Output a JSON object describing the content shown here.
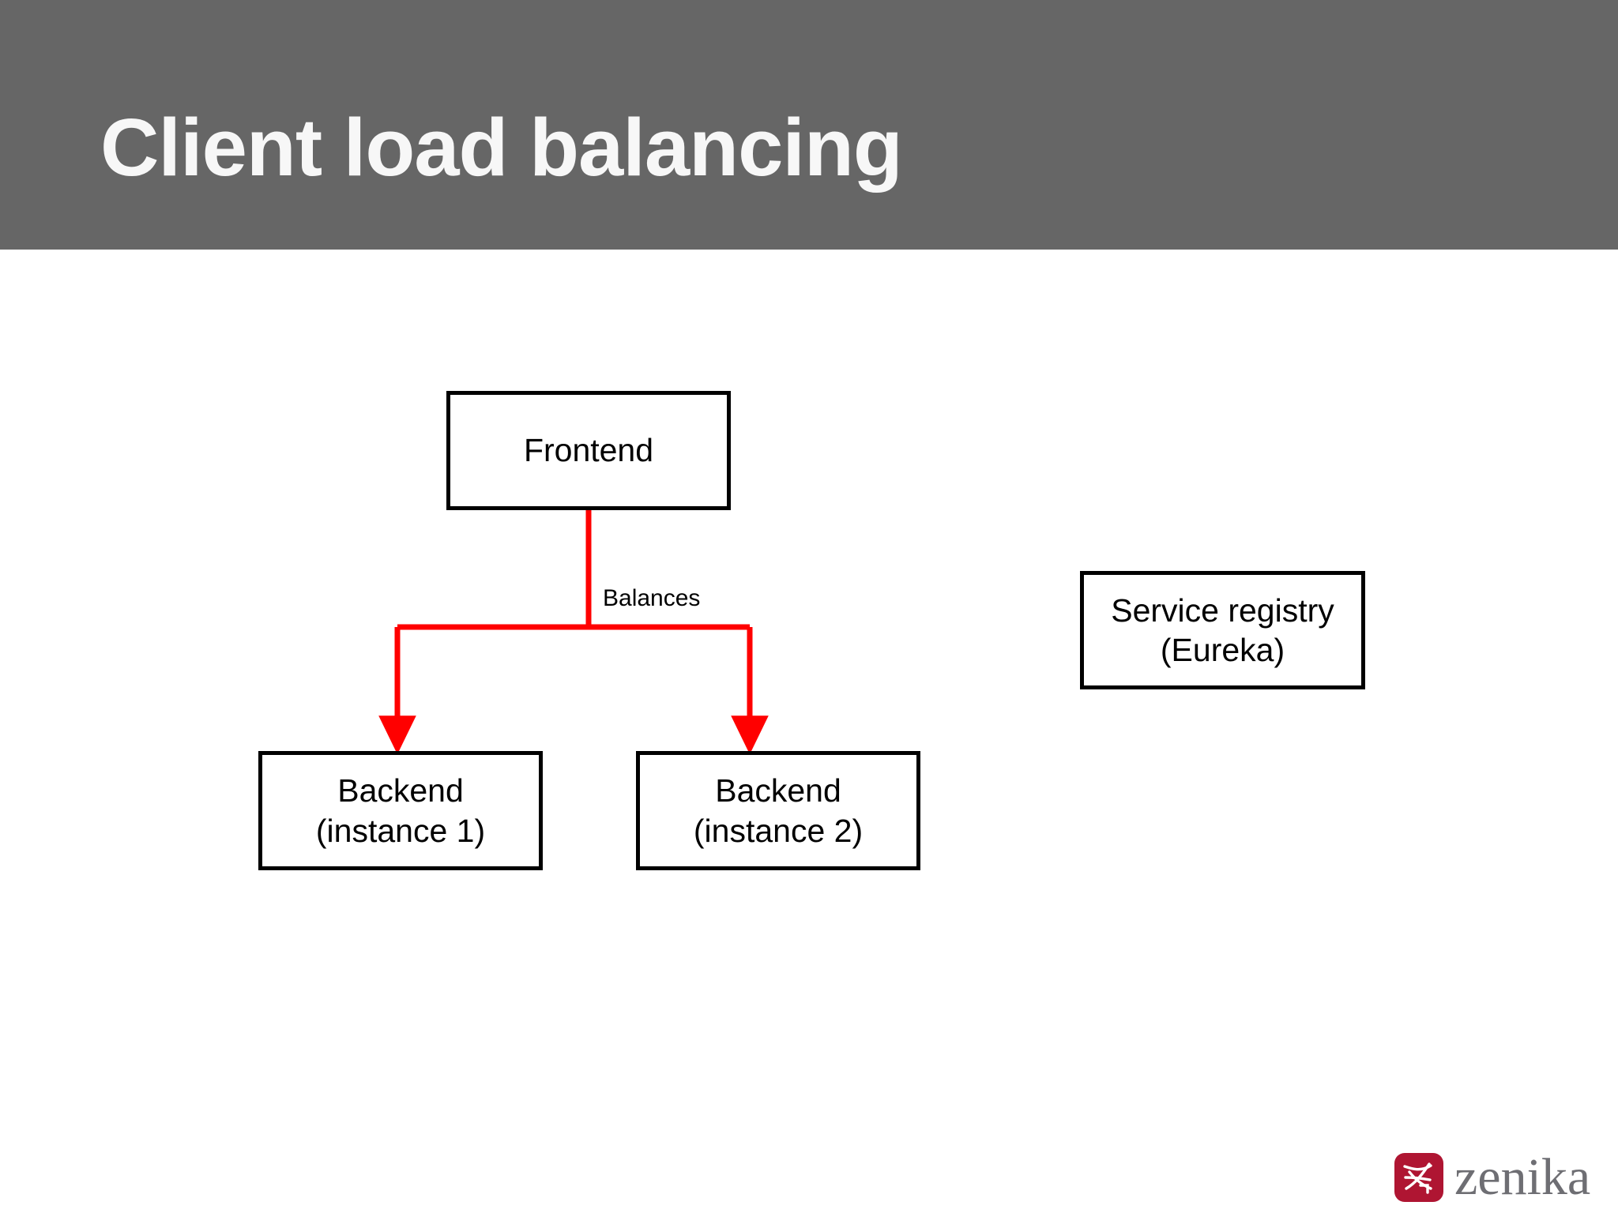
{
  "slide": {
    "title": "Client load balancing",
    "header_color": "#666666",
    "title_color": "#F7F7F7",
    "background_color": "#FFFFFF"
  },
  "diagram": {
    "type": "flow",
    "connector_color": "#FF0000",
    "node_border_color": "#000000",
    "nodes": [
      {
        "id": "frontend",
        "lines": [
          "Frontend"
        ]
      },
      {
        "id": "backend-1",
        "lines": [
          "Backend",
          "(instance 1)"
        ]
      },
      {
        "id": "backend-2",
        "lines": [
          "Backend",
          "(instance 2)"
        ]
      },
      {
        "id": "registry",
        "lines": [
          "Service registry",
          "(Eureka)"
        ]
      }
    ],
    "edges": [
      {
        "from": "frontend",
        "to": "backend-1",
        "label": "Balances"
      },
      {
        "from": "frontend",
        "to": "backend-2",
        "label": "Balances"
      }
    ],
    "edge_label": "Balances"
  },
  "footer": {
    "logo_text": "zenika",
    "logo_mark_color": "#AF1532",
    "logo_text_color": "#6E6E73"
  }
}
